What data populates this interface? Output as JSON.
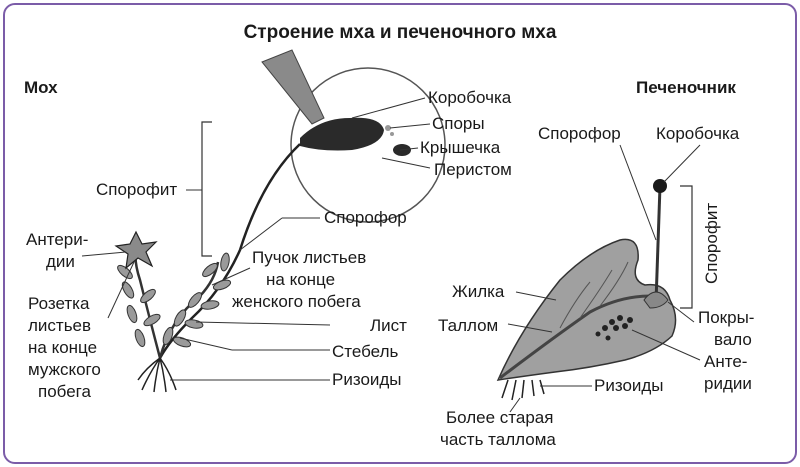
{
  "title": "Строение мха и печеночного мха",
  "moss": {
    "heading": "Мох",
    "labels": {
      "capsule": "Коробочка",
      "spores": "Споры",
      "lid": "Крышечка",
      "peristome": "Перистом",
      "sporophyte": "Спорофит",
      "sporophore": "Спорофор",
      "antheridia_1": "Антери-",
      "antheridia_2": "дии",
      "rosette_1": "Розетка",
      "rosette_2": "листьев",
      "rosette_3": "на конце",
      "rosette_4": "мужского",
      "rosette_5": "побега",
      "bunch_1": "Пучок листьев",
      "bunch_2": "на конце",
      "bunch_3": "женского побега",
      "leaf": "Лист",
      "stem": "Стебель",
      "rhizoids": "Ризоиды"
    }
  },
  "liverwort": {
    "heading": "Печеночник",
    "labels": {
      "sporophore": "Спорофор",
      "capsule": "Коробочка",
      "sporophyte": "Спорофит",
      "vein": "Жилка",
      "thallus": "Таллом",
      "cover_1": "Покры-",
      "cover_2": "вало",
      "antheridia_1": "Анте-",
      "antheridia_2": "ридии",
      "rhizoids": "Ризоиды",
      "older_1": "Более старая",
      "older_2": "часть таллома"
    }
  },
  "colors": {
    "border": "#7b5ca8",
    "ink": "#1a1a1a",
    "fill": "#9a9a9a",
    "dark": "#2a2a2a"
  }
}
